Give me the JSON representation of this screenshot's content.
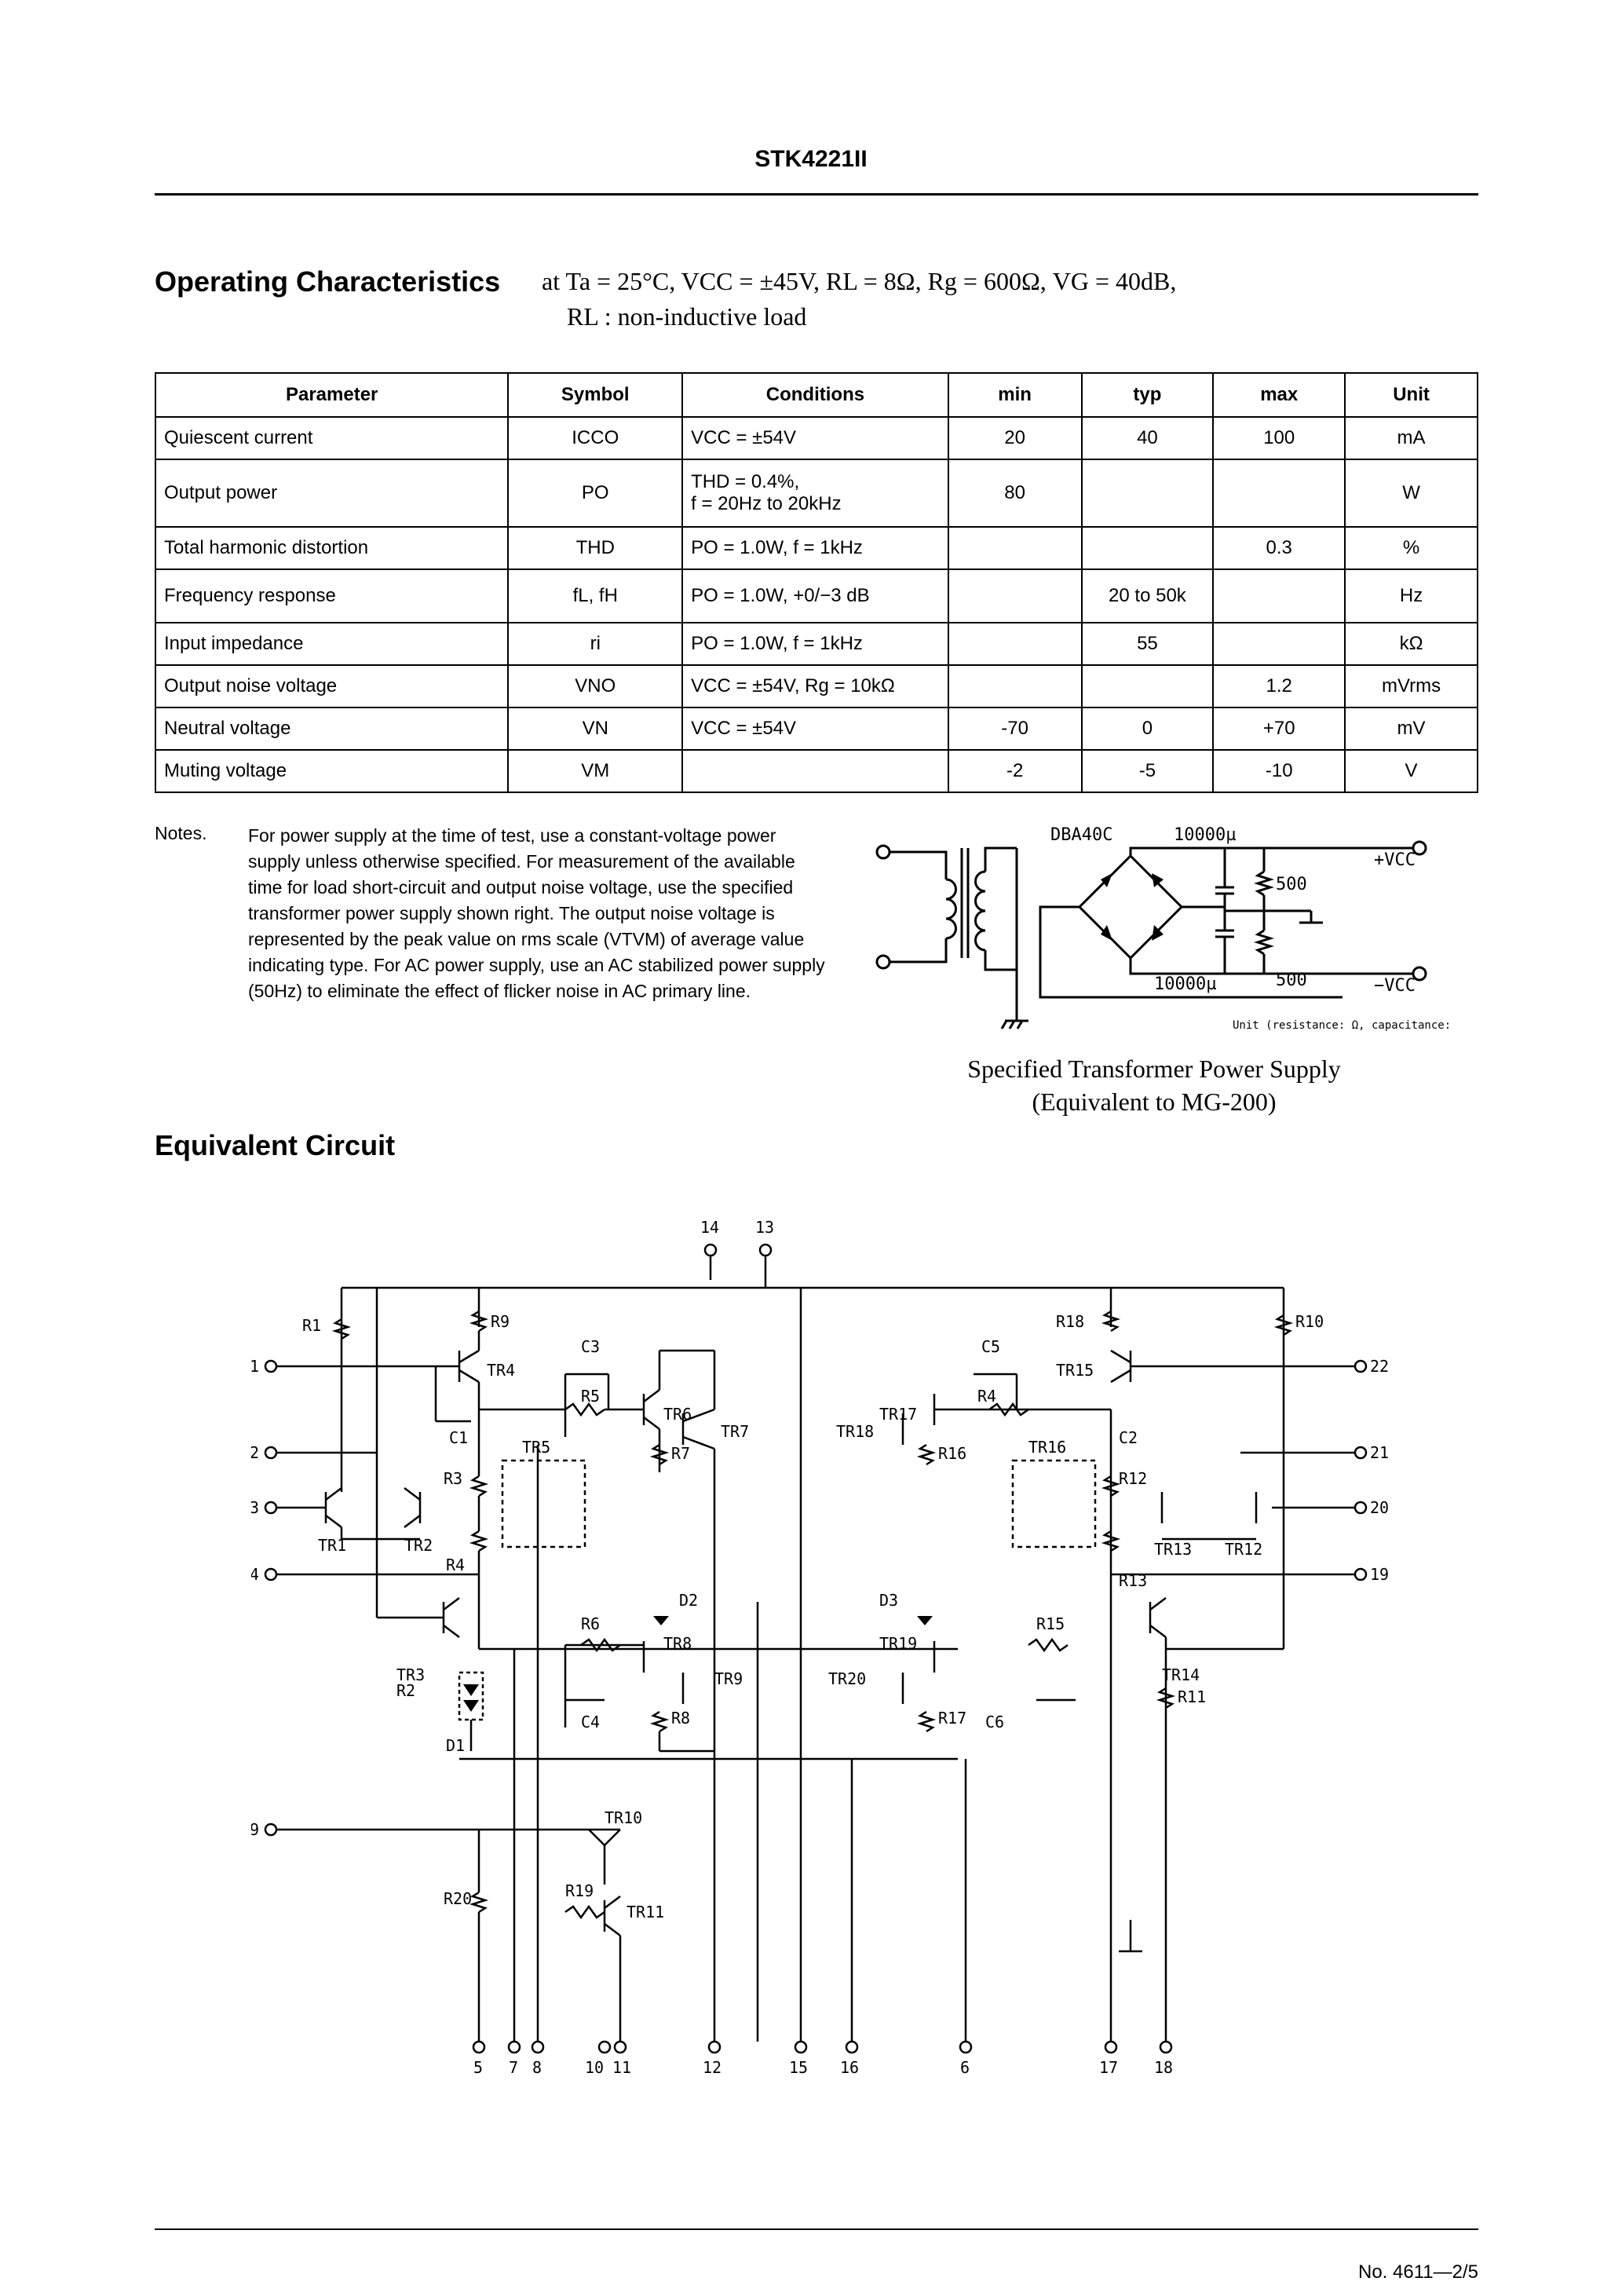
{
  "header": {
    "title": "STK4221II"
  },
  "operating": {
    "heading": "Operating Characteristics",
    "conditions_line1": "at Ta = 25°C, VCC = ±45V, RL = 8Ω, Rg = 600Ω, VG = 40dB,",
    "conditions_line2": "RL : non-inductive load"
  },
  "table": {
    "columns": [
      "Parameter",
      "Symbol",
      "Conditions",
      "min",
      "typ",
      "max",
      "Unit"
    ],
    "rows": [
      {
        "parameter": "Quiescent current",
        "symbol": "ICCO",
        "conditions": "VCC = ±54V",
        "min": "20",
        "typ": "40",
        "max": "100",
        "unit": "mA"
      },
      {
        "parameter": "Output power",
        "symbol": "PO",
        "conditions": "THD = 0.4%,",
        "conditions2": "f = 20Hz to 20kHz",
        "min": "80",
        "typ": "",
        "max": "",
        "unit": "W"
      },
      {
        "parameter": "Total harmonic distortion",
        "symbol": "THD",
        "conditions": "PO = 1.0W, f = 1kHz",
        "min": "",
        "typ": "",
        "max": "0.3",
        "unit": "%"
      },
      {
        "parameter": "Frequency response",
        "symbol": "fL, fH",
        "conditions": "PO = 1.0W, +0/−3 dB",
        "min": "",
        "typ": "20 to 50k",
        "max": "",
        "unit": "Hz"
      },
      {
        "parameter": "Input impedance",
        "symbol": "ri",
        "conditions": "PO = 1.0W, f = 1kHz",
        "min": "",
        "typ": "55",
        "max": "",
        "unit": "kΩ"
      },
      {
        "parameter": "Output noise voltage",
        "symbol": "VNO",
        "conditions": "VCC = ±54V, Rg = 10kΩ",
        "min": "",
        "typ": "",
        "max": "1.2",
        "unit": "mVrms"
      },
      {
        "parameter": "Neutral voltage",
        "symbol": "VN",
        "conditions": "VCC = ±54V",
        "min": "-70",
        "typ": "0",
        "max": "+70",
        "unit": "mV"
      },
      {
        "parameter": "Muting voltage",
        "symbol": "VM",
        "conditions": "",
        "min": "-2",
        "typ": "-5",
        "max": "-10",
        "unit": "V"
      }
    ]
  },
  "notes": {
    "label": "Notes.",
    "text": "For power supply at the time of test, use a constant-voltage power supply unless otherwise specified. For measurement of the available time for load short-circuit and output noise voltage, use the specified transformer power supply shown right. The output noise voltage is represented by the peak value on rms scale (VTVM) of average value indicating type. For AC power supply, use an AC stabilized power supply (50Hz) to eliminate the effect of flicker noise in AC primary line."
  },
  "psu": {
    "bridge": "DBA40C",
    "cap_top": "10000µ",
    "cap_bottom": "10000µ",
    "res_top": "500",
    "res_bottom": "500",
    "vcc_pos": "+VCC",
    "vcc_neg": "−VCC",
    "unit_note": "Unit (resistance: Ω, capacitance: F)",
    "caption_line1": "Specified Transformer Power Supply",
    "caption_line2": "(Equivalent to MG-200)"
  },
  "equivalent_circuit": {
    "heading": "Equivalent Circuit",
    "pins_bottom": [
      "5",
      "7",
      "8",
      "10",
      "11",
      "12",
      "15",
      "16",
      "6",
      "17",
      "18"
    ],
    "pins_top": [
      "14",
      "13"
    ],
    "pins_left": [
      "1",
      "2",
      "3",
      "4",
      "9"
    ],
    "pins_right": [
      "22",
      "21",
      "20",
      "19"
    ],
    "components": [
      "R1",
      "R9",
      "TR4",
      "C3",
      "R5",
      "C1",
      "TR6",
      "TR7",
      "R7",
      "R3",
      "TR5",
      "TR1",
      "TR2",
      "R4",
      "D2",
      "R6",
      "TR8",
      "TR9",
      "C4",
      "R8",
      "TR3",
      "R2",
      "D1",
      "TR10",
      "R20",
      "R19",
      "TR11",
      "C5",
      "R18",
      "R10",
      "TR15",
      "R4",
      "TR17",
      "C2",
      "TR18",
      "R16",
      "TR16",
      "R12",
      "TR13",
      "TR12",
      "R13",
      "D3",
      "R15",
      "TR19",
      "TR20",
      "R17",
      "C6",
      "TR14",
      "R11"
    ]
  },
  "footer": {
    "page": "No. 4611—2/5"
  }
}
